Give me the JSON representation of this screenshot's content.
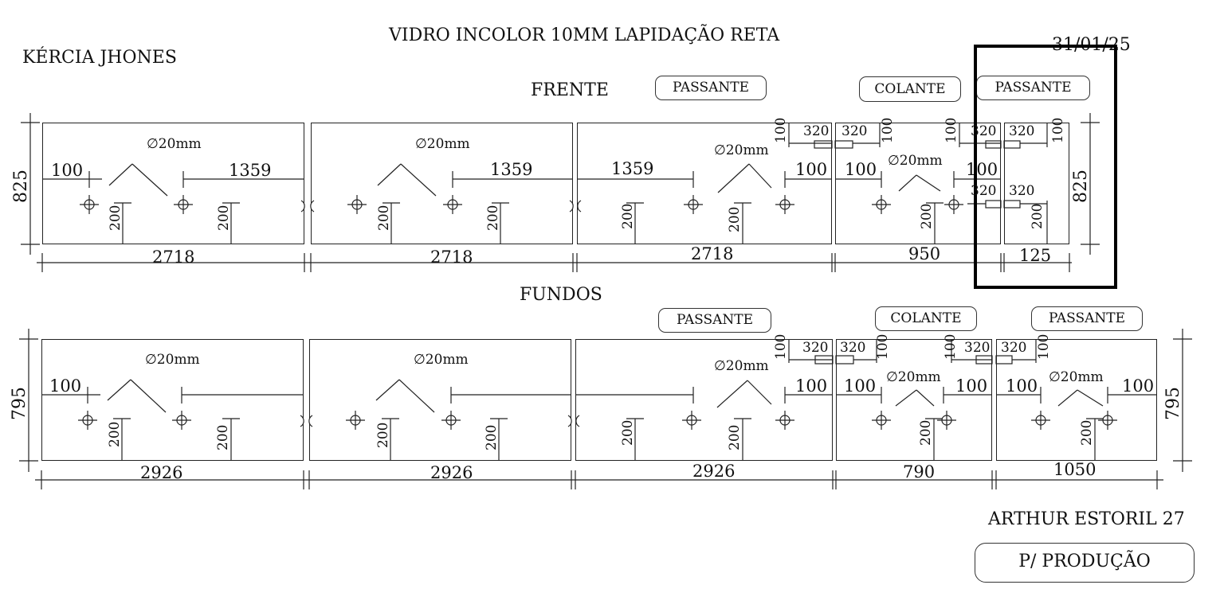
{
  "header": {
    "title": "VIDRO INCOLOR 10MM LAPIDAÇÃO RETA",
    "client": "KÉRCIA JHONES",
    "date": "31/01/25",
    "address": "ARTHUR ESTORIL 27",
    "status": "P/ PRODUÇÃO"
  },
  "front": {
    "label": "FRENTE",
    "height": "825",
    "widths": [
      "2718",
      "2718",
      "2718",
      "950",
      "125"
    ],
    "tags": [
      "PASSANTE",
      "COLANTE",
      "PASSANTE"
    ],
    "hole": "∅20mm",
    "offsets": [
      "100",
      "1359",
      "200",
      "320"
    ]
  },
  "back": {
    "label": "FUNDOS",
    "height": "795",
    "widths": [
      "2926",
      "2926",
      "2926",
      "790",
      "1050"
    ],
    "tags": [
      "PASSANTE",
      "COLANTE",
      "PASSANTE"
    ],
    "hole": "∅20mm",
    "offsets": [
      "100",
      "200",
      "320"
    ]
  }
}
